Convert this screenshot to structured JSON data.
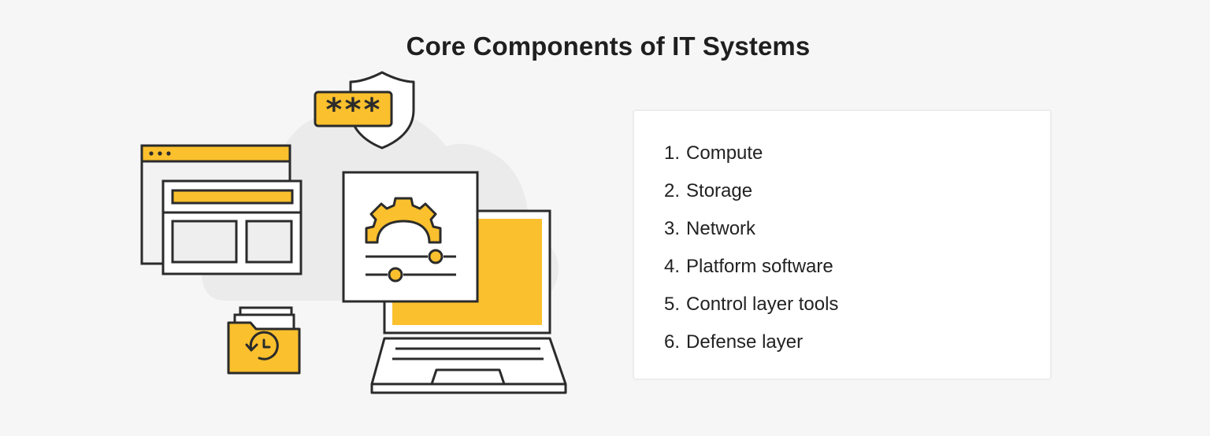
{
  "title": "Core Components of IT Systems",
  "components": [
    {
      "number": "1.",
      "label": "Compute"
    },
    {
      "number": "2.",
      "label": "Storage"
    },
    {
      "number": "3.",
      "label": "Network"
    },
    {
      "number": "4.",
      "label": "Platform software"
    },
    {
      "number": "5.",
      "label": "Control layer tools"
    },
    {
      "number": "6.",
      "label": "Defense layer"
    }
  ],
  "illustration": {
    "password_mask": "***",
    "icons": [
      "cloud-icon",
      "shield-icon",
      "password-field-icon",
      "browser-window-icon",
      "webpage-layout-icon",
      "settings-panel-icon",
      "gear-icon",
      "slider-icon",
      "laptop-icon",
      "backup-folder-icon",
      "clock-icon"
    ]
  },
  "colors": {
    "accent": "#fbc02d",
    "outline": "#2b2b2b",
    "background": "#f6f6f6",
    "cloud": "#ebebeb",
    "card": "#ffffff",
    "panel": "#eeeeee"
  }
}
